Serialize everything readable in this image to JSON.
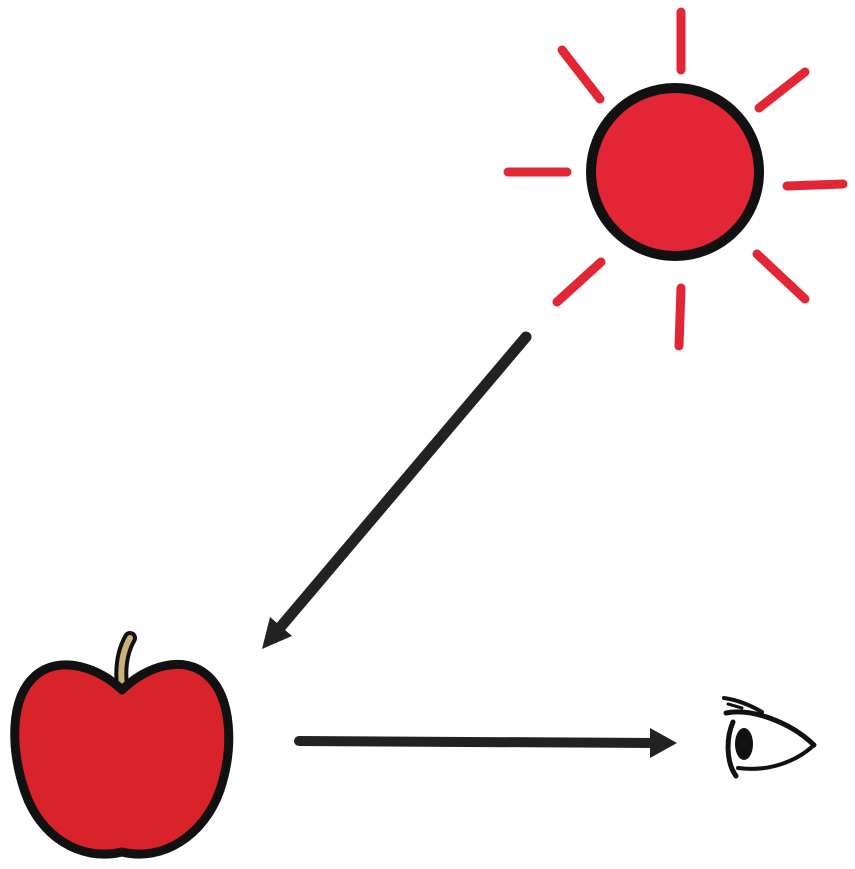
{
  "diagram": {
    "background": "#ffffff",
    "colors": {
      "sun_fill": "#e32636",
      "sun_rays": "#e32636",
      "apple_fill": "#d8232a",
      "apple_stem": "#c8b27a",
      "outline": "#111111",
      "arrows": "#222222"
    },
    "icons": [
      "sun-icon",
      "apple-icon",
      "eye-icon"
    ],
    "arrows": [
      {
        "from": "sun",
        "to": "apple"
      },
      {
        "from": "apple",
        "to": "eye"
      }
    ]
  }
}
